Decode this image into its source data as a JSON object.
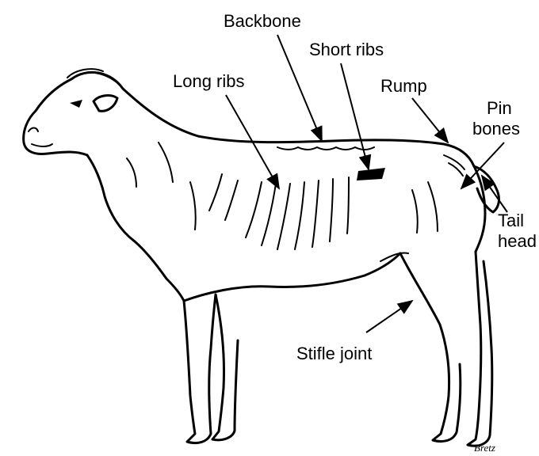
{
  "labels": {
    "backbone": "Backbone",
    "short_ribs": "Short ribs",
    "long_ribs": "Long ribs",
    "rump": "Rump",
    "pin_bones_1": "Pin",
    "pin_bones_2": "bones",
    "tail_head_1": "Tail",
    "tail_head_2": "head",
    "stifle_joint": "Stifle joint"
  },
  "signature": "Bretz",
  "colors": {
    "ink": "#000000",
    "background": "#ffffff"
  }
}
